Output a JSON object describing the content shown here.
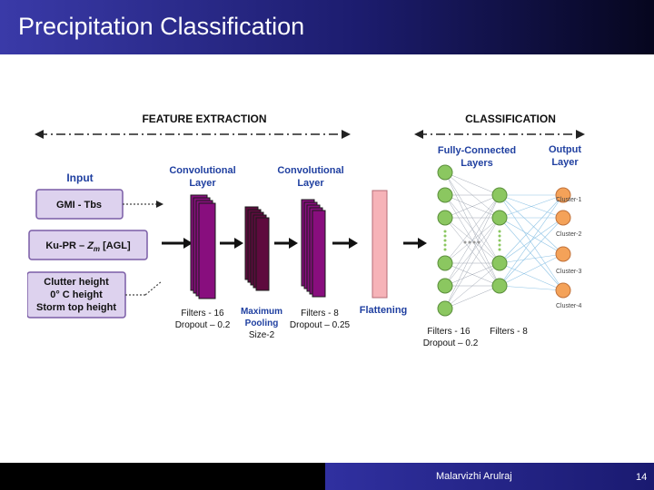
{
  "slide": {
    "title": "Precipitation Classification",
    "author": "Malarvizhi Arulraj",
    "page_number": "14"
  },
  "diagram": {
    "sections": {
      "feature_extraction": "FEATURE EXTRACTION",
      "classification": "CLASSIFICATION"
    },
    "input": {
      "header": "Input",
      "box1": "GMI - Tbs",
      "box2": {
        "prefix": "Ku-PR – ",
        "var": "Z",
        "sub": "m",
        "suffix": " [AGL]"
      },
      "box3": [
        "Clutter height",
        "0° C height",
        "Storm top height"
      ]
    },
    "conv1": {
      "header": [
        "Convolutional",
        "Layer"
      ],
      "caption": [
        "Filters - 16",
        "Dropout – 0.2"
      ]
    },
    "pooling": {
      "caption": [
        "Maximum",
        "Pooling"
      ],
      "size": "Size-2"
    },
    "conv2": {
      "header": [
        "Convolutional",
        "Layer"
      ],
      "caption": [
        "Filters - 8",
        "Dropout – 0.25"
      ]
    },
    "flattening": "Flattening",
    "fc": {
      "header": [
        "Fully-Connected",
        "Layers"
      ],
      "caption1": "Filters - 16",
      "caption2": "Dropout – 0.2",
      "caption3": "Filters - 8"
    },
    "output": {
      "header": [
        "Output",
        "Layer"
      ],
      "clusters": [
        "Cluster-1",
        "Cluster-2",
        "Cluster-3",
        "Cluster-4"
      ]
    },
    "colors": {
      "input_box_fill": "#ddd2ee",
      "input_box_border": "#7a5ca6",
      "conv_fill": "#880e7e",
      "pool_fill": "#5e0a3e",
      "flatten_fill": "#f6b3b8",
      "fc_node": "#8bc760",
      "output_node": "#f4a259",
      "heading_blue": "#1f3fa0"
    }
  }
}
